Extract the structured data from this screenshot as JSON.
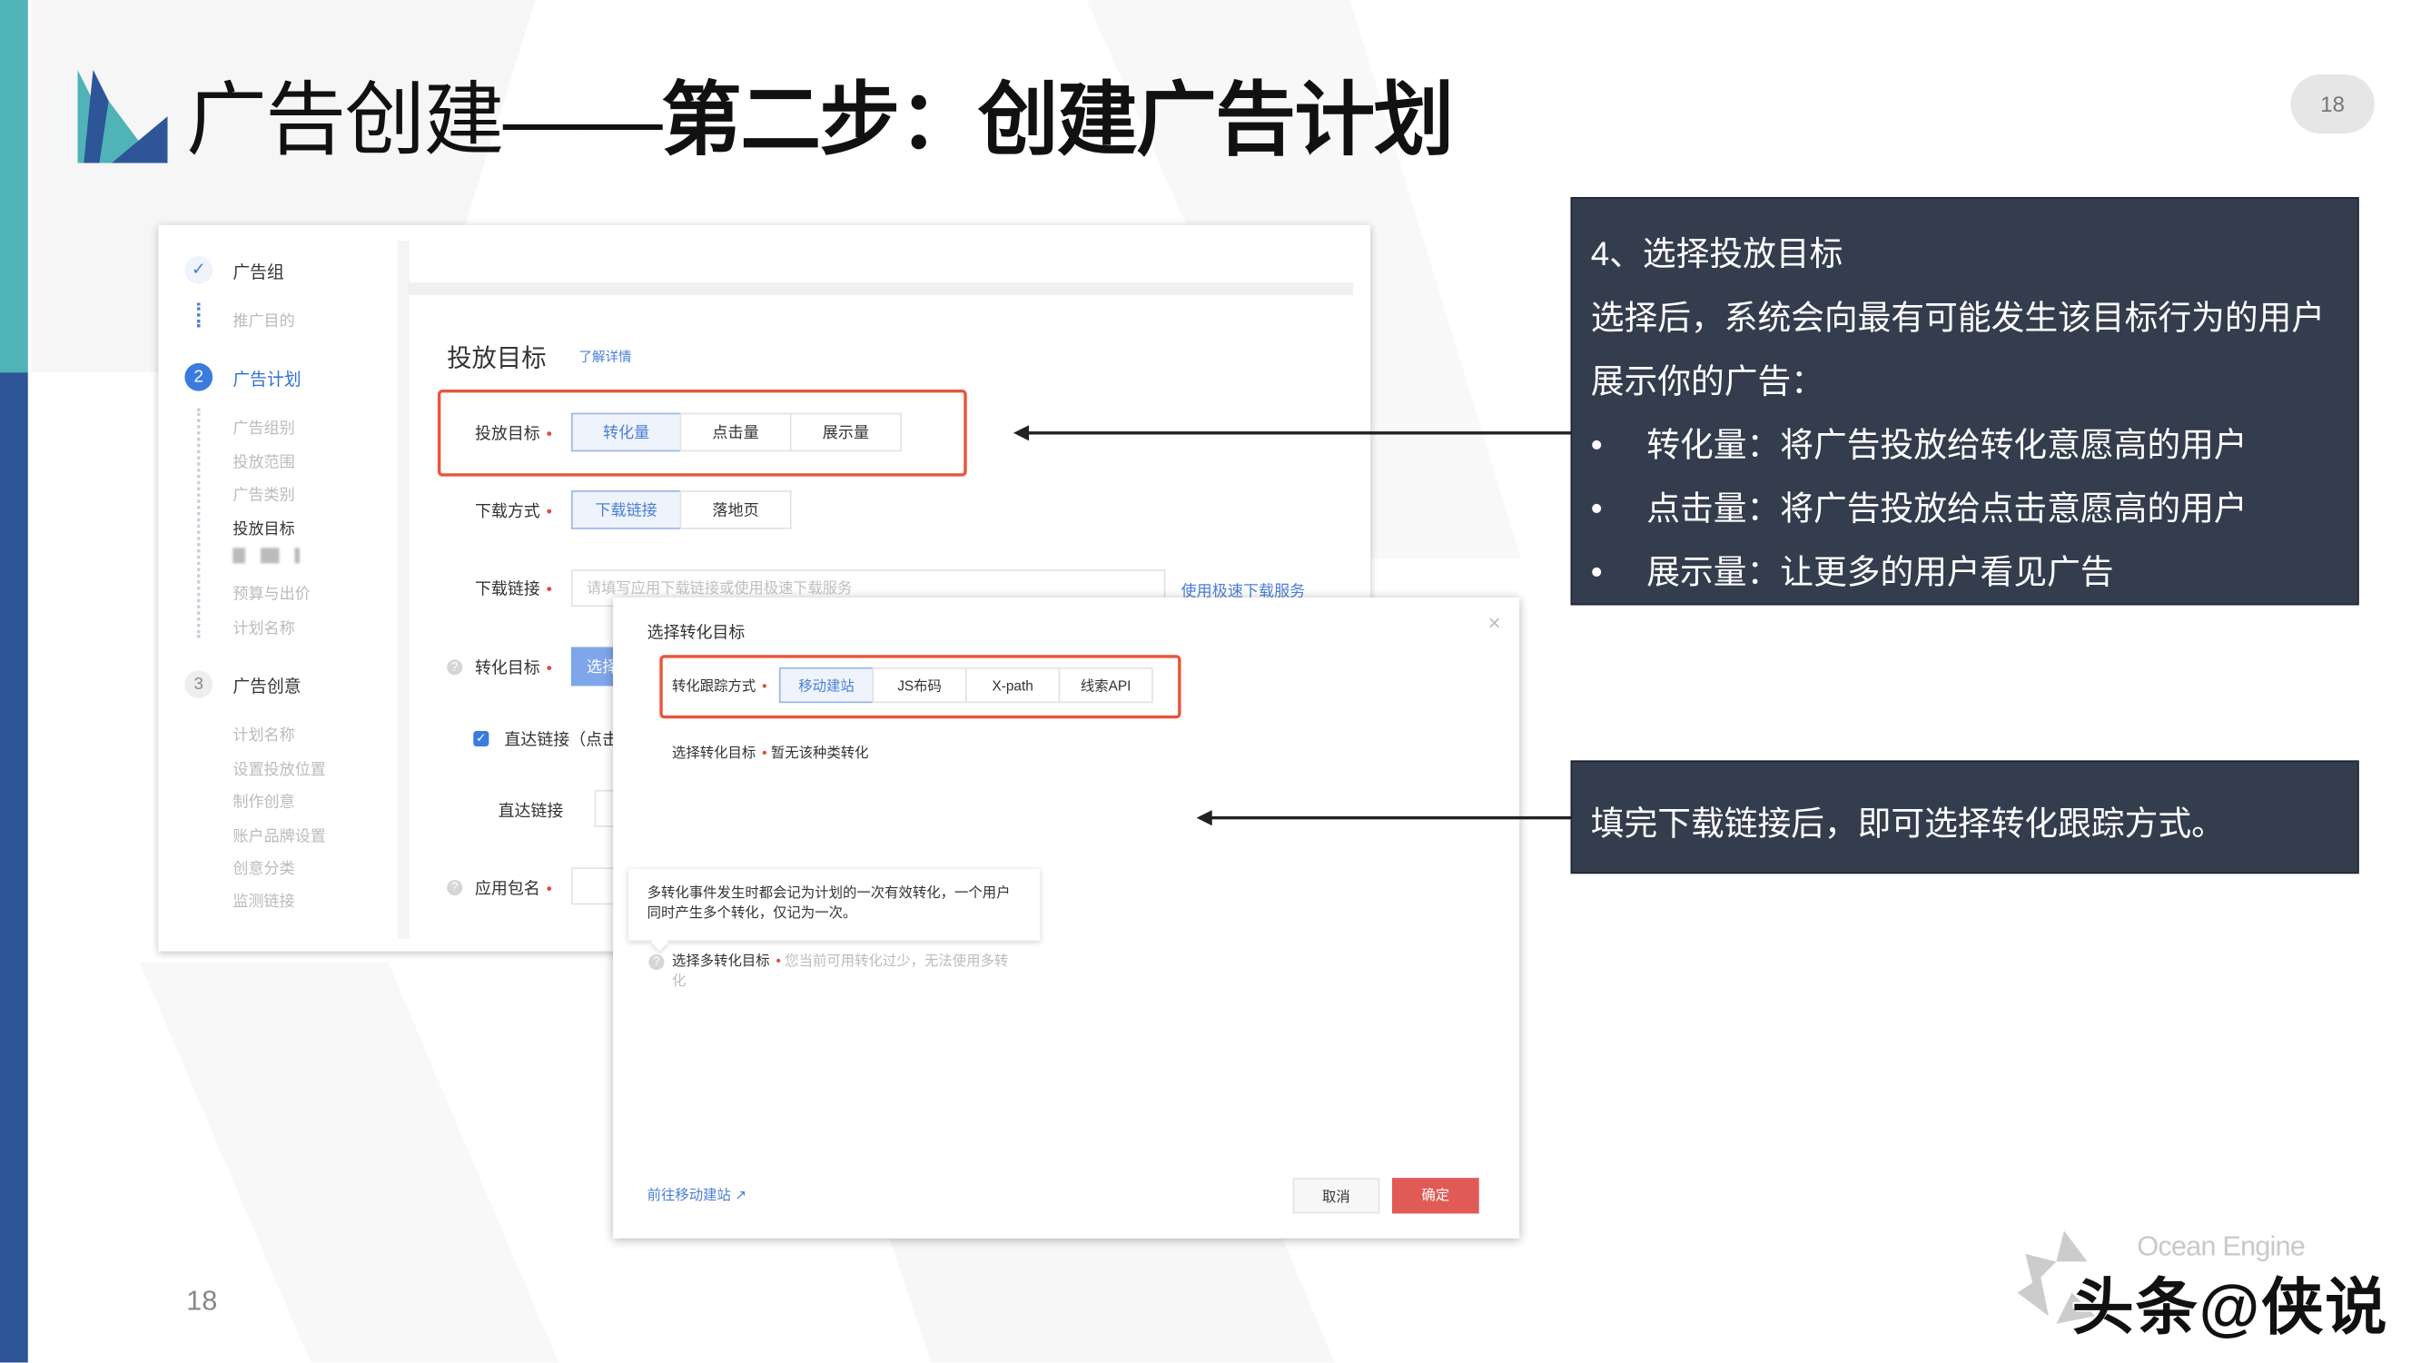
{
  "slide": {
    "title_light": "广告创建——",
    "title_bold": "第二步：创建广告计划",
    "page_badge": "18",
    "page_number": "18",
    "colors": {
      "teal": "#4fb3b8",
      "blue": "#2e5597",
      "note_bg": "#343d4e",
      "highlight": "#e8553a",
      "confirm": "#e05a56",
      "link": "#4a7fd6"
    }
  },
  "sidebar": {
    "group": {
      "label": "广告组",
      "icon": "check-icon",
      "items": [
        "推广目的"
      ]
    },
    "plan": {
      "step": "2",
      "label": "广告计划",
      "items": [
        "广告组别",
        "投放范围",
        "广告类别",
        "投放目标",
        "预算与出价",
        "计划名称"
      ]
    },
    "creative": {
      "step": "3",
      "label": "广告创意",
      "items": [
        "计划名称",
        "设置投放位置",
        "制作创意",
        "账户品牌设置",
        "创意分类",
        "监测链接"
      ]
    }
  },
  "form": {
    "section_title": "投放目标",
    "learn_more": "了解详情",
    "target": {
      "label": "投放目标",
      "options": [
        "转化量",
        "点击量",
        "展示量"
      ],
      "selected": "转化量"
    },
    "download_method": {
      "label": "下载方式",
      "options": [
        "下载链接",
        "落地页"
      ],
      "selected": "下载链接"
    },
    "download_link": {
      "label": "下载链接",
      "placeholder": "请填写应用下载链接或使用极速下载服务",
      "service_link": "使用极速下载服务"
    },
    "conversion_target": {
      "label": "转化目标",
      "button": "选择"
    },
    "direct_link_checkbox": {
      "label": "直达链接（点击",
      "checked": true
    },
    "direct_link": {
      "label": "直达链接"
    },
    "app_package": {
      "label": "应用包名"
    }
  },
  "dialog": {
    "title": "选择转化目标",
    "close": "×",
    "tracking": {
      "label": "转化跟踪方式",
      "options": [
        "移动建站",
        "JS布码",
        "X-path",
        "线索API"
      ],
      "selected": "移动建站"
    },
    "select_target": {
      "label": "选择转化目标",
      "value": "暂无该种类转化"
    },
    "tooltip": "多转化事件发生时都会记为计划的一次有效转化，一个用户同时产生多个转化，仅记为一次。",
    "multi": {
      "label": "选择多转化目标",
      "hint": "您当前可用转化过少，无法使用多转化"
    },
    "goto_link": "前往移动建站",
    "cancel": "取消",
    "confirm": "确定"
  },
  "notes": {
    "note1": {
      "heading": "4、选择投放目标",
      "body": "选择后，系统会向最有可能发生该目标行为的用户展示你的广告：",
      "bullets": [
        "转化量：将广告投放给转化意愿高的用户",
        "点击量：将广告投放给点击意愿高的用户",
        "展示量：让更多的用户看见广告"
      ]
    },
    "note2": "填完下载链接后，即可选择转化跟踪方式。"
  },
  "watermark": {
    "brand": "Ocean Engine",
    "author": "头条@侠说"
  }
}
